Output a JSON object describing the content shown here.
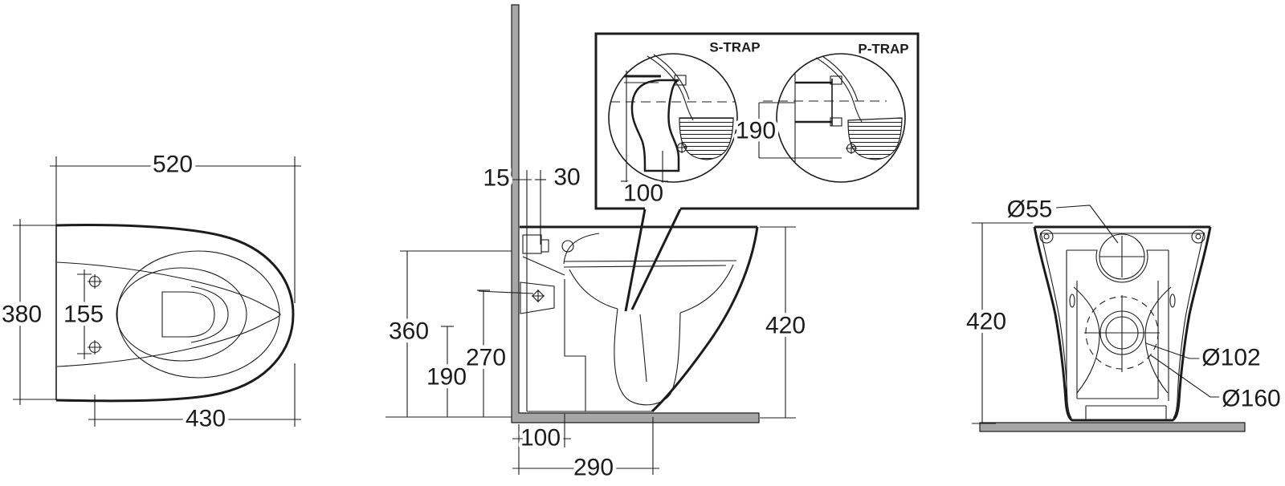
{
  "plan_view": {
    "width_top": "520",
    "depth": "380",
    "fixing_hole_spacing": "155",
    "bowl_length": "430"
  },
  "side_view": {
    "wall_gap": "15",
    "back_offset": "30",
    "inlet_height": "360",
    "fixing_height": "270",
    "outlet_height": "190",
    "pan_height": "420",
    "outlet_from_wall": "100",
    "outlet_center_from_wall": "290"
  },
  "trap_detail": {
    "s_trap_label": "S-TRAP",
    "p_trap_label": "P-TRAP",
    "outlet_height": "190",
    "outlet_size": "100"
  },
  "rear_view": {
    "height": "420",
    "inlet_diameter": "Ø55",
    "outlet_diameter": "Ø102",
    "recess_diameter": "Ø160"
  },
  "colors": {
    "line": "#1c1c1c",
    "surface_gray": "#a6a6a6",
    "background": "#ffffff"
  }
}
